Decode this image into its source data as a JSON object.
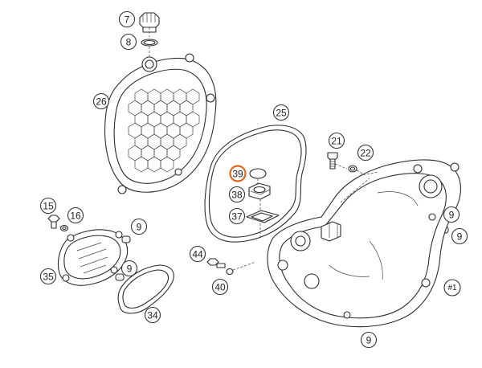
{
  "callouts": [
    {
      "id": "7",
      "label": "7"
    },
    {
      "id": "8",
      "label": "8"
    },
    {
      "id": "26",
      "label": "26"
    },
    {
      "id": "25",
      "label": "25"
    },
    {
      "id": "39",
      "label": "39",
      "highlight": true
    },
    {
      "id": "38",
      "label": "38"
    },
    {
      "id": "37",
      "label": "37"
    },
    {
      "id": "21",
      "label": "21"
    },
    {
      "id": "22",
      "label": "22"
    },
    {
      "id": "15",
      "label": "15"
    },
    {
      "id": "16",
      "label": "16"
    },
    {
      "id": "9a",
      "label": "9"
    },
    {
      "id": "9b",
      "label": "9"
    },
    {
      "id": "9c",
      "label": "9"
    },
    {
      "id": "9d",
      "label": "9"
    },
    {
      "id": "9e",
      "label": "9"
    },
    {
      "id": "35",
      "label": "35"
    },
    {
      "id": "34",
      "label": "34"
    },
    {
      "id": "44",
      "label": "44"
    },
    {
      "id": "40",
      "label": "40"
    },
    {
      "id": "1",
      "label": "#1"
    }
  ],
  "colors": {
    "highlight": "#e06a1b",
    "line": "#2b2b2b",
    "background": "#ffffff"
  }
}
